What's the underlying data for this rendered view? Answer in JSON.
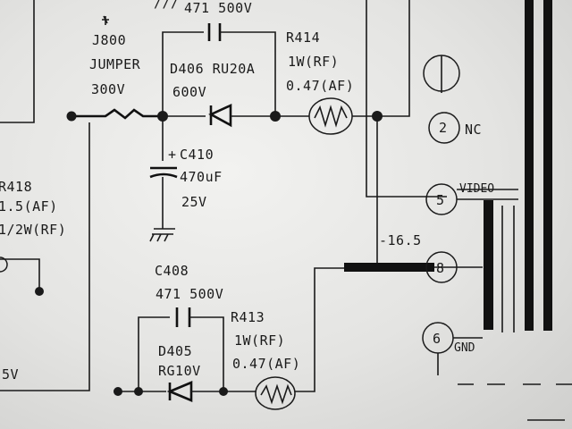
{
  "labels": {
    "c410_ref": "C410",
    "c410_plus": "+",
    "c410_val": "470uF",
    "c410_volt": "25V",
    "j800_ref": "J800",
    "j800_type": "JUMPER",
    "j800_volt": "300V",
    "c_top_val": "471 500V",
    "d406": "D406 RU20A",
    "d406_volt": "600V",
    "r414_ref": "R414",
    "r414_rf": "1W(RF)",
    "r414_af": "0.47(AF)",
    "r418_ref": "R418",
    "r418_af": "1.5(AF)",
    "r418_rf": "1/2W(RF)",
    "c408_ref": "C408",
    "c408_val": "471 500V",
    "r413_ref": "R413",
    "r413_rf": "1W(RF)",
    "r413_af": "0.47(AF)",
    "d405_ref": "D405",
    "d405_type": "RG10V",
    "left_volt": "5V",
    "volt_neg": "-16.5",
    "pin2": "2",
    "pin_nc": "NC",
    "pin5": "5",
    "pin_video": "VIDEO",
    "pin8": "8",
    "pin6": "6",
    "pin_gnd": "GND",
    "top_mark": "///"
  },
  "colors": {
    "ink": "#1a1a1a",
    "paper": "#ecece9"
  }
}
